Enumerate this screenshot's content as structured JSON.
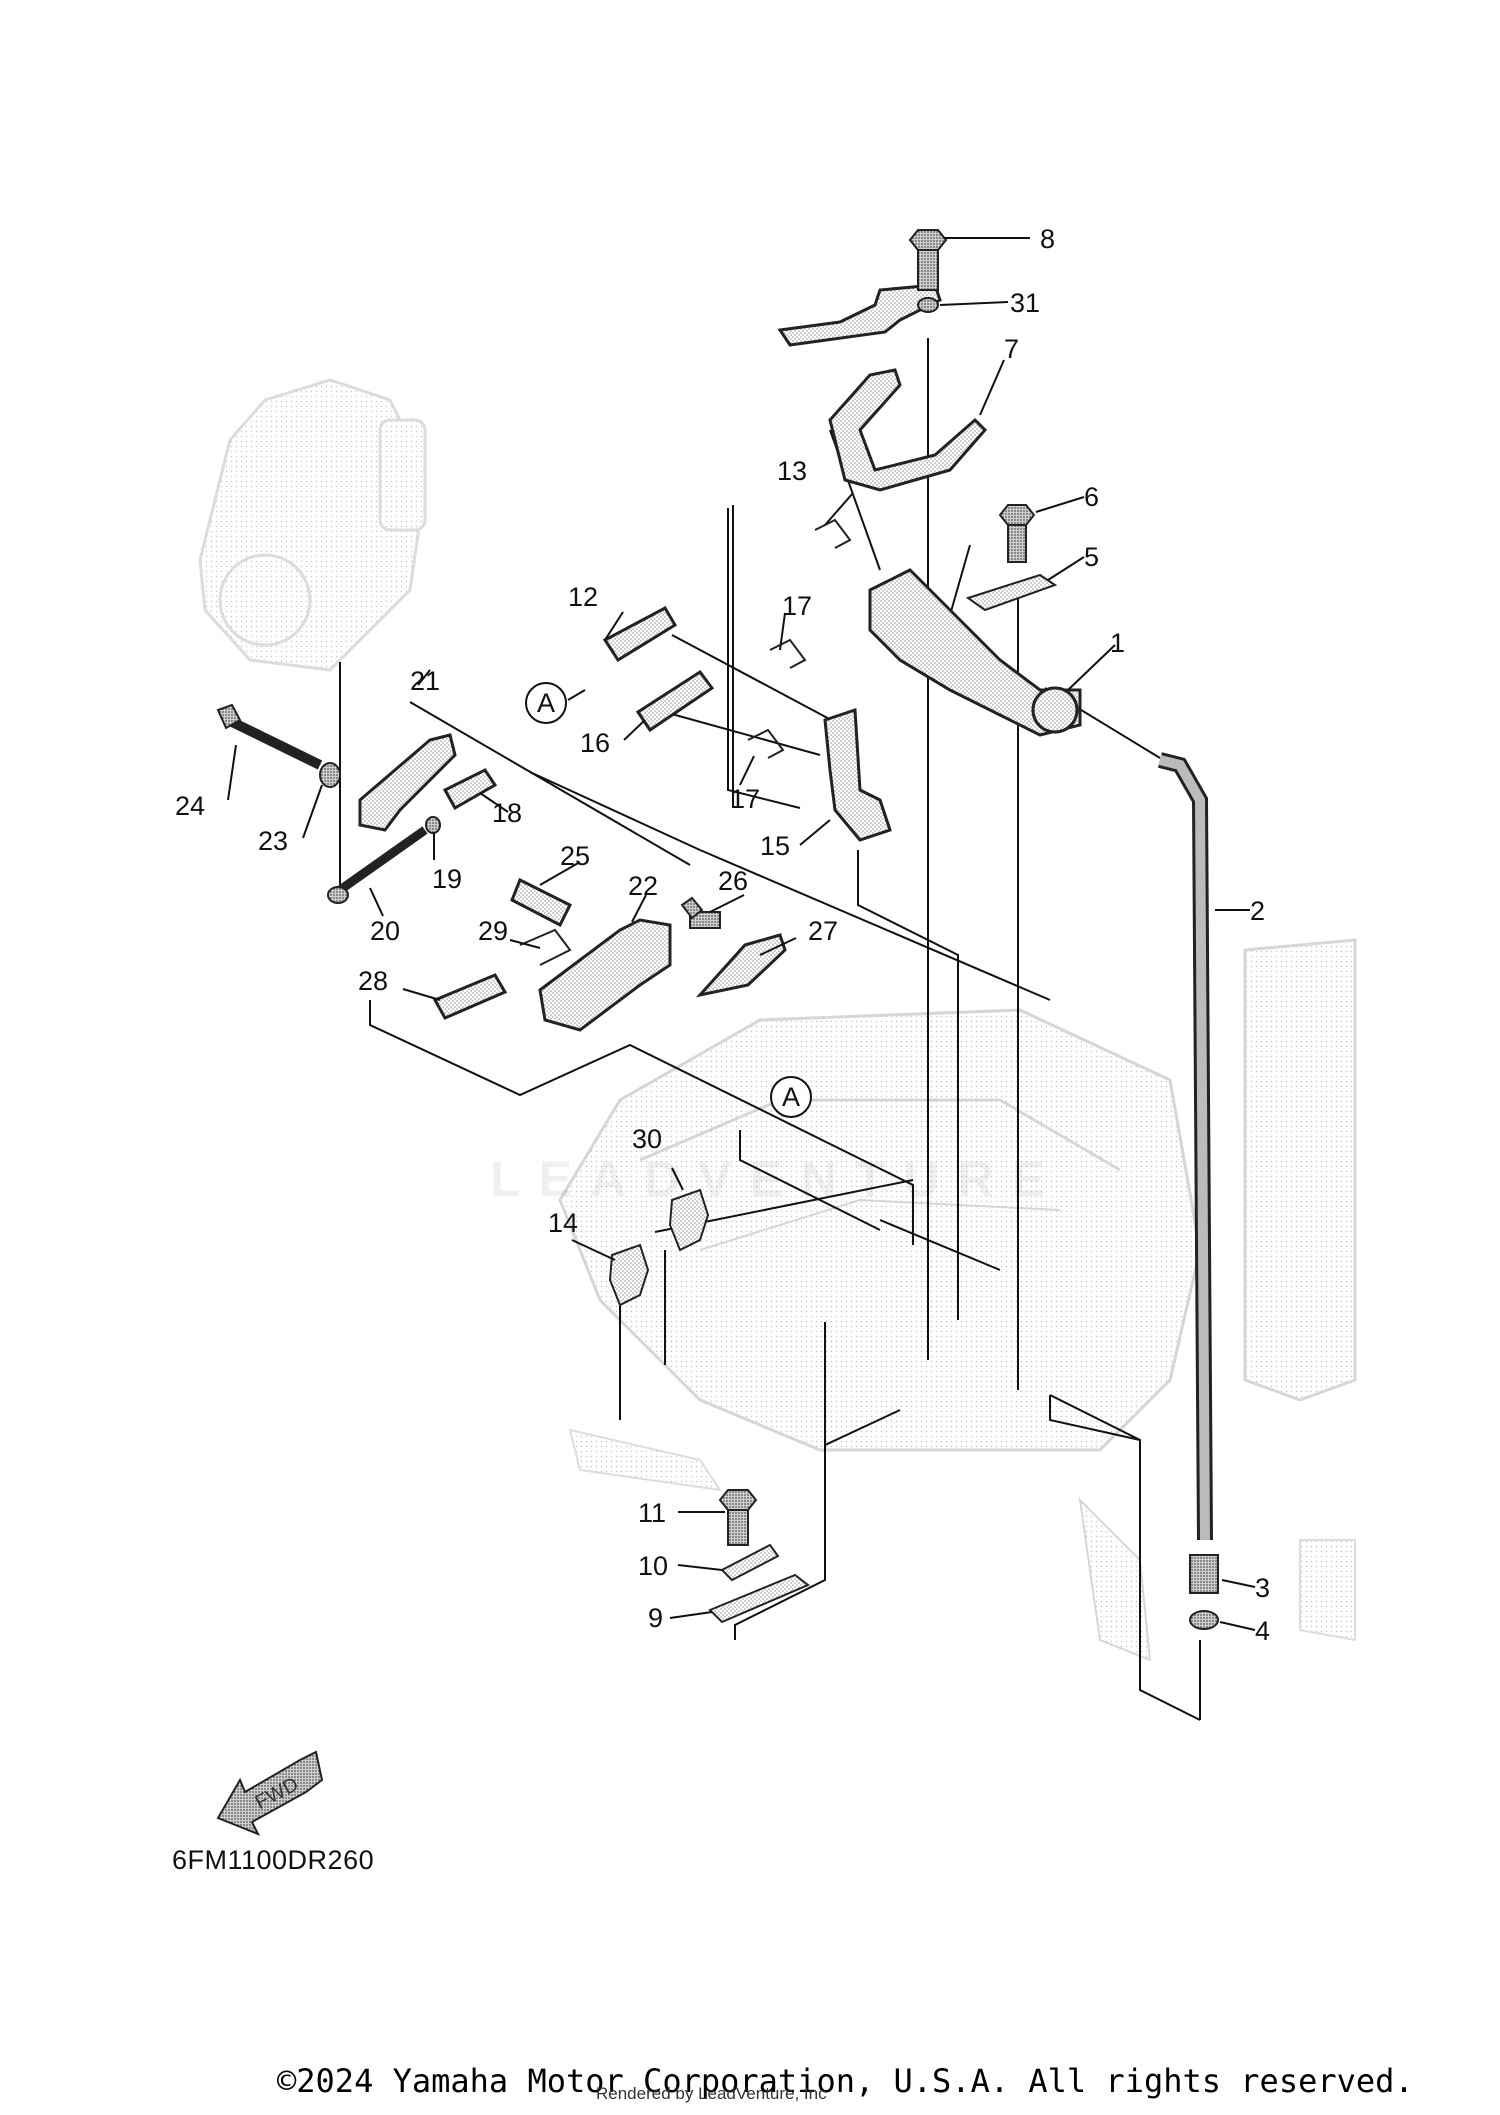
{
  "diagram": {
    "figure_code": "6FM1100DR260",
    "fwd_label": "FWD",
    "section_marker": "A",
    "watermark": "LEADVENTURE",
    "copyright": "©2024 Yamaha Motor Corporation, U.S.A. All rights reserved.",
    "rendered_by": "Rendered by LeadVenture, Inc",
    "callouts": [
      "1",
      "2",
      "3",
      "4",
      "5",
      "6",
      "7",
      "8",
      "9",
      "10",
      "11",
      "12",
      "13",
      "14",
      "15",
      "16",
      "17",
      "17",
      "18",
      "19",
      "20",
      "21",
      "22",
      "23",
      "24",
      "25",
      "26",
      "27",
      "28",
      "29",
      "30",
      "31"
    ]
  }
}
